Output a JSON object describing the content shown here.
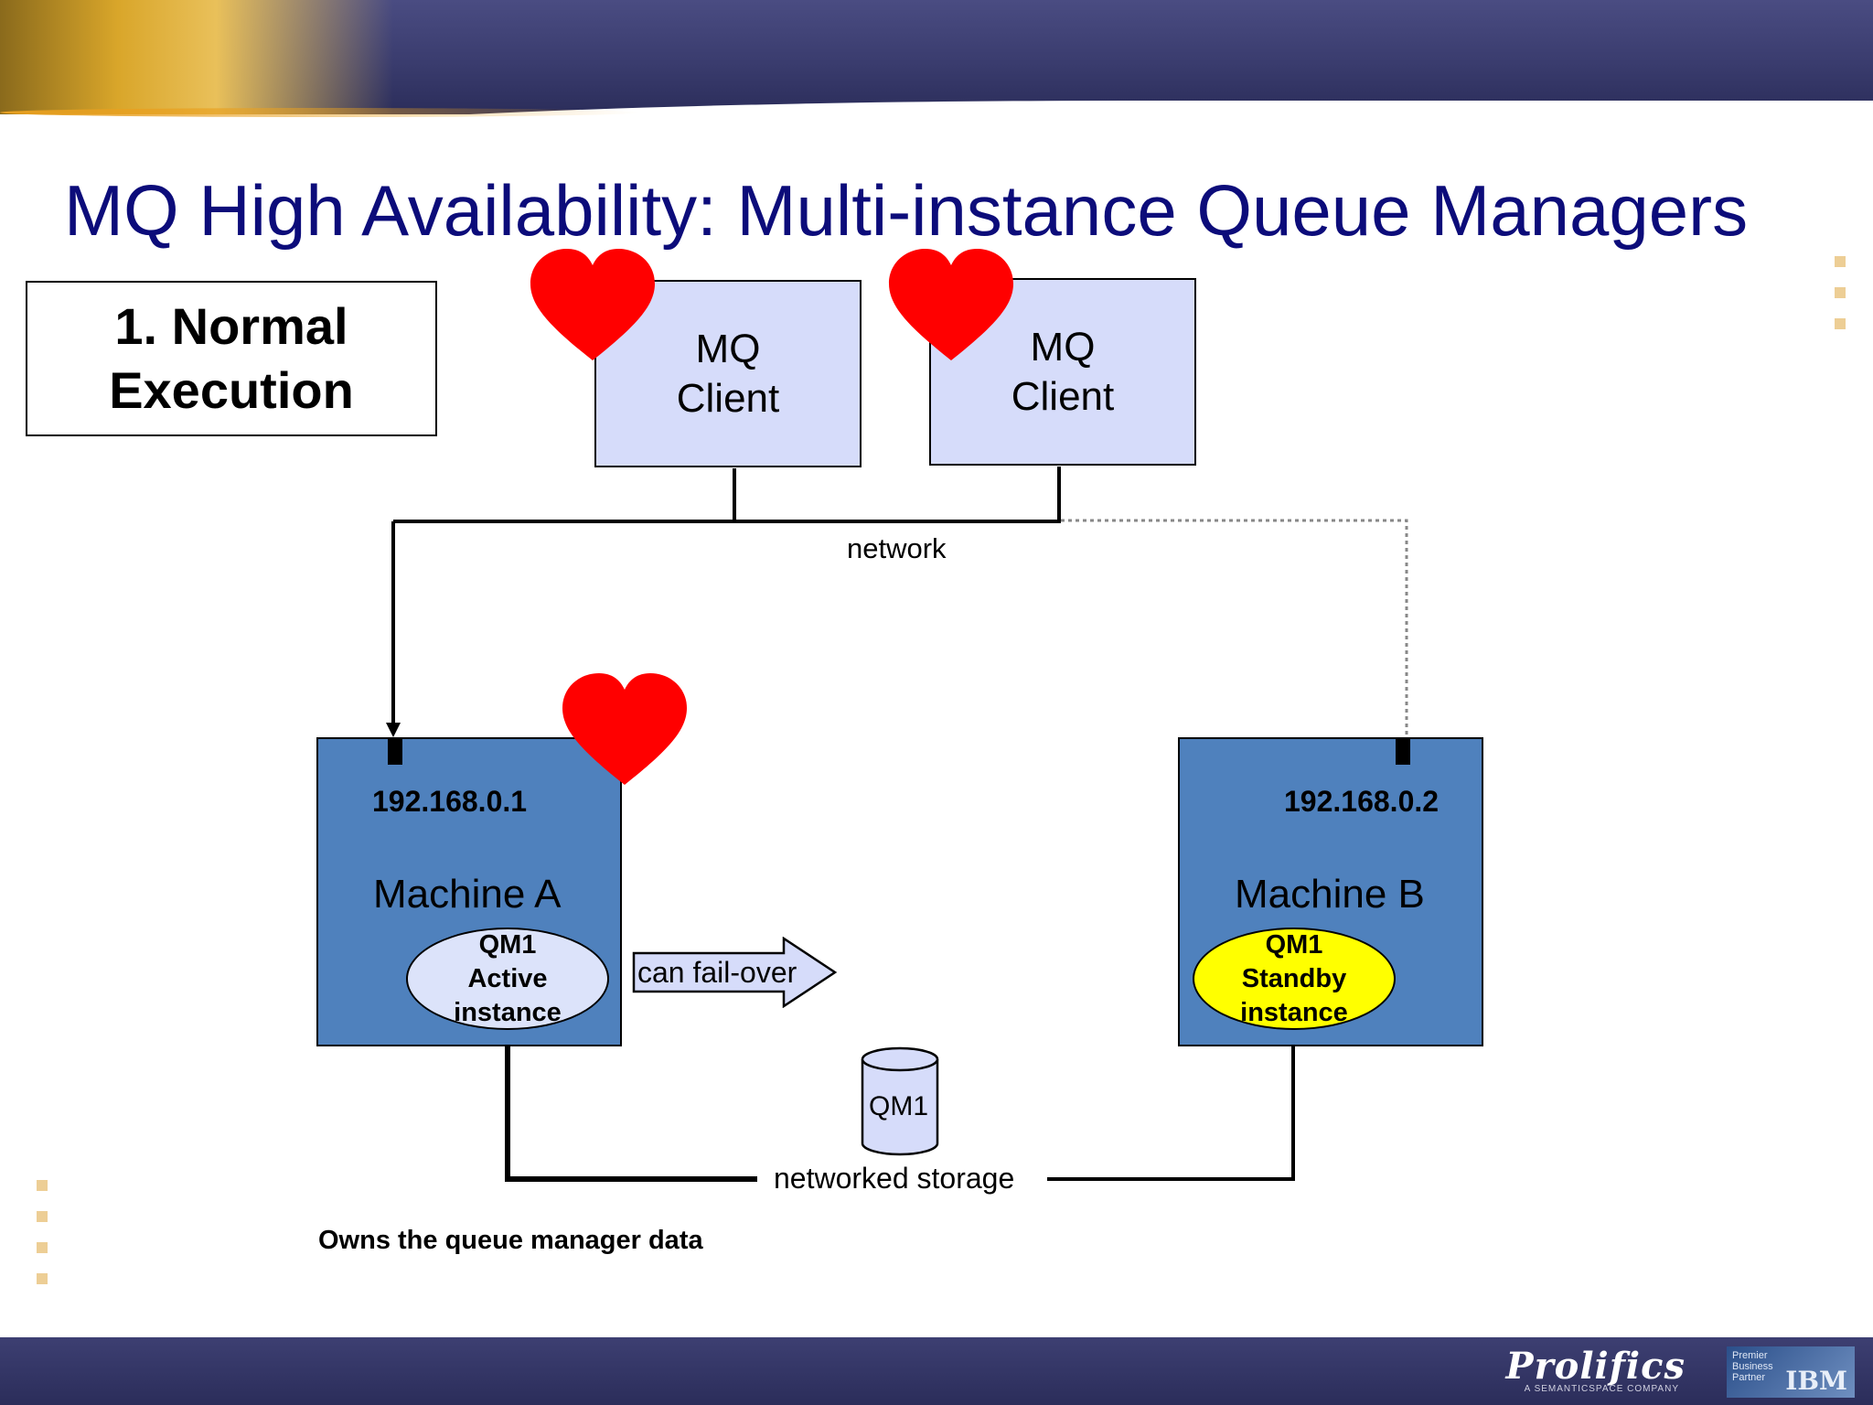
{
  "title": "MQ High Availability: Multi-instance Queue Managers",
  "step": {
    "line1": "1. Normal",
    "line2": "Execution"
  },
  "clients": [
    {
      "line1": "MQ",
      "line2": "Client"
    },
    {
      "line1": "MQ",
      "line2": "Client"
    }
  ],
  "network_label": "network",
  "machine_a": {
    "ip": "192.168.0.1",
    "name": "Machine A",
    "qm": {
      "line1": "QM1",
      "line2": "Active",
      "line3": "instance"
    }
  },
  "machine_b": {
    "ip": "192.168.0.2",
    "name": "Machine B",
    "qm": {
      "line1": "QM1",
      "line2": "Standby",
      "line3": "instance"
    }
  },
  "failover_label": "can fail-over",
  "storage": {
    "cylinder_label": "QM1",
    "label": "networked storage"
  },
  "caption": "Owns the queue manager data",
  "footer": {
    "logo": "Prolifics",
    "logo_sub": "A SEMANTICSPACE COMPANY",
    "partner": "Premier Business Partner",
    "partner_brand": "IBM"
  },
  "colors": {
    "title": "#0c0c7a",
    "client_fill": "#d6dcfa",
    "machine_fill": "#4f81bd",
    "active_fill": "#dce3fa",
    "standby_fill": "#ffff00",
    "heart": "#ff0000"
  },
  "icons": [
    "heart-icon",
    "heart-icon",
    "heart-icon",
    "database-icon",
    "arrow-right-icon"
  ]
}
